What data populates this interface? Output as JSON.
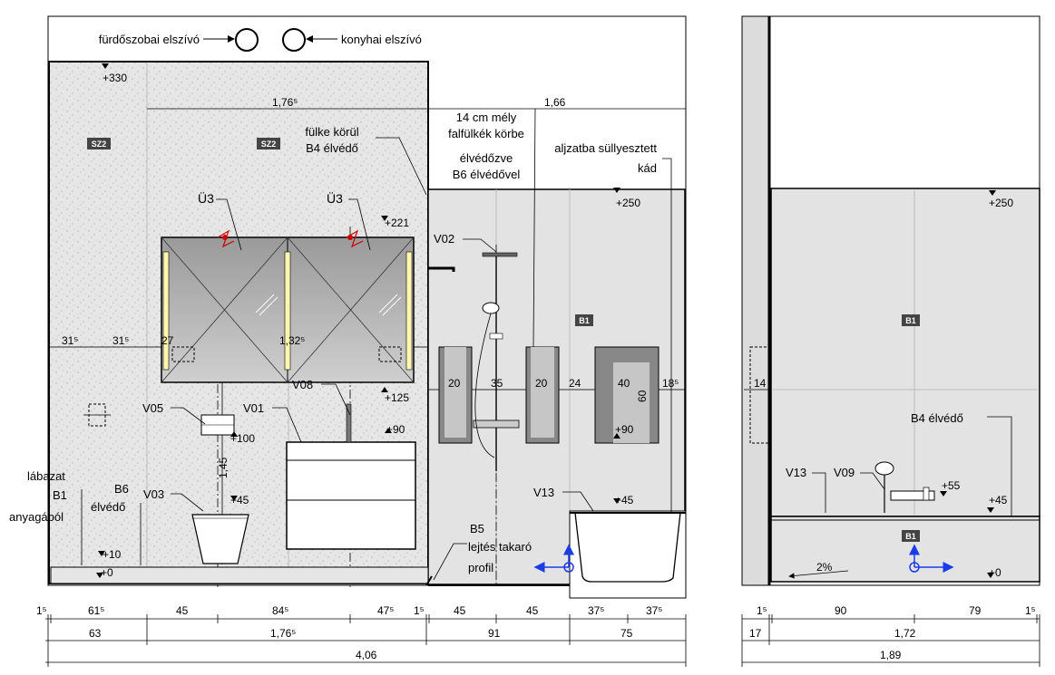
{
  "fans": {
    "bathroom": "fürdőszobai elszívó",
    "kitchen": "konyhai elszívó"
  },
  "levels": {
    "top_330": "+330",
    "top_250_left": "+250",
    "top_250_right": "+250",
    "l221": "+221",
    "l125": "+125",
    "l100": "+100",
    "l90_sink": "+90",
    "l90_niche": "+90",
    "l45_wc": "+45",
    "l45_tub": "+45",
    "l45_right": "+45",
    "l55_right": "+55",
    "l10": "+10",
    "l0_left": "+0",
    "l0_right": "+0"
  },
  "tile_tags": {
    "sz2_a": "SZ2",
    "sz2_b": "SZ2",
    "b1_a": "B1",
    "b1_b": "B1",
    "b1_c": "B1"
  },
  "callouts": {
    "u3_a": "Ü3",
    "u3_b": "Ü3",
    "v02": "V02",
    "v05": "V05",
    "v01": "V01",
    "v08": "V08",
    "v03": "V03",
    "v13_left": "V13",
    "v13_right": "V13",
    "v09": "V09",
    "niche_line1": "fülke körül",
    "niche_line2": "B4 élvédő",
    "wall_niche_1": "14 cm mély",
    "wall_niche_2": "falfülkék körbe",
    "wall_niche_3": "élvédőzve",
    "wall_niche_4": "B6 élvédővel",
    "tub_1": "aljzatba süllyesztett",
    "tub_2": "kád",
    "b4_right": "B4 élvédő",
    "plinth_1": "lábazat",
    "plinth_2": "B1",
    "plinth_3": "anyagából",
    "b6_1": "B6",
    "b6_2": "élvédő",
    "b5_1": "B5",
    "b5_2": "lejtés takaró",
    "b5_3": "profil",
    "slope": "2%"
  },
  "inner_dims": {
    "d176_top": "1,76⁵",
    "d166_top": "1,66",
    "d31a": "31⁵",
    "d31b": "31⁵",
    "d27": "27",
    "d132": "1,32⁵",
    "d145": "1,45",
    "n20a": "20",
    "n35": "35",
    "n20b": "20",
    "n24": "24",
    "n40": "40",
    "n18": "18⁵",
    "n60": "60",
    "n14": "14"
  },
  "bottom_dims": {
    "row1_left": [
      "1⁵",
      "61⁵",
      "45",
      "84⁵",
      "47⁵",
      "1⁵",
      "45",
      "45",
      "37⁵",
      "37⁵"
    ],
    "row2_left": [
      "63",
      "1,76⁵",
      "91",
      "75"
    ],
    "row3_left": [
      "4,06"
    ],
    "row1_right": [
      "1⁵",
      "90",
      "79",
      "1⁵"
    ],
    "row2_right": [
      "17",
      "1,72"
    ],
    "row3_right": [
      "1,89"
    ]
  }
}
